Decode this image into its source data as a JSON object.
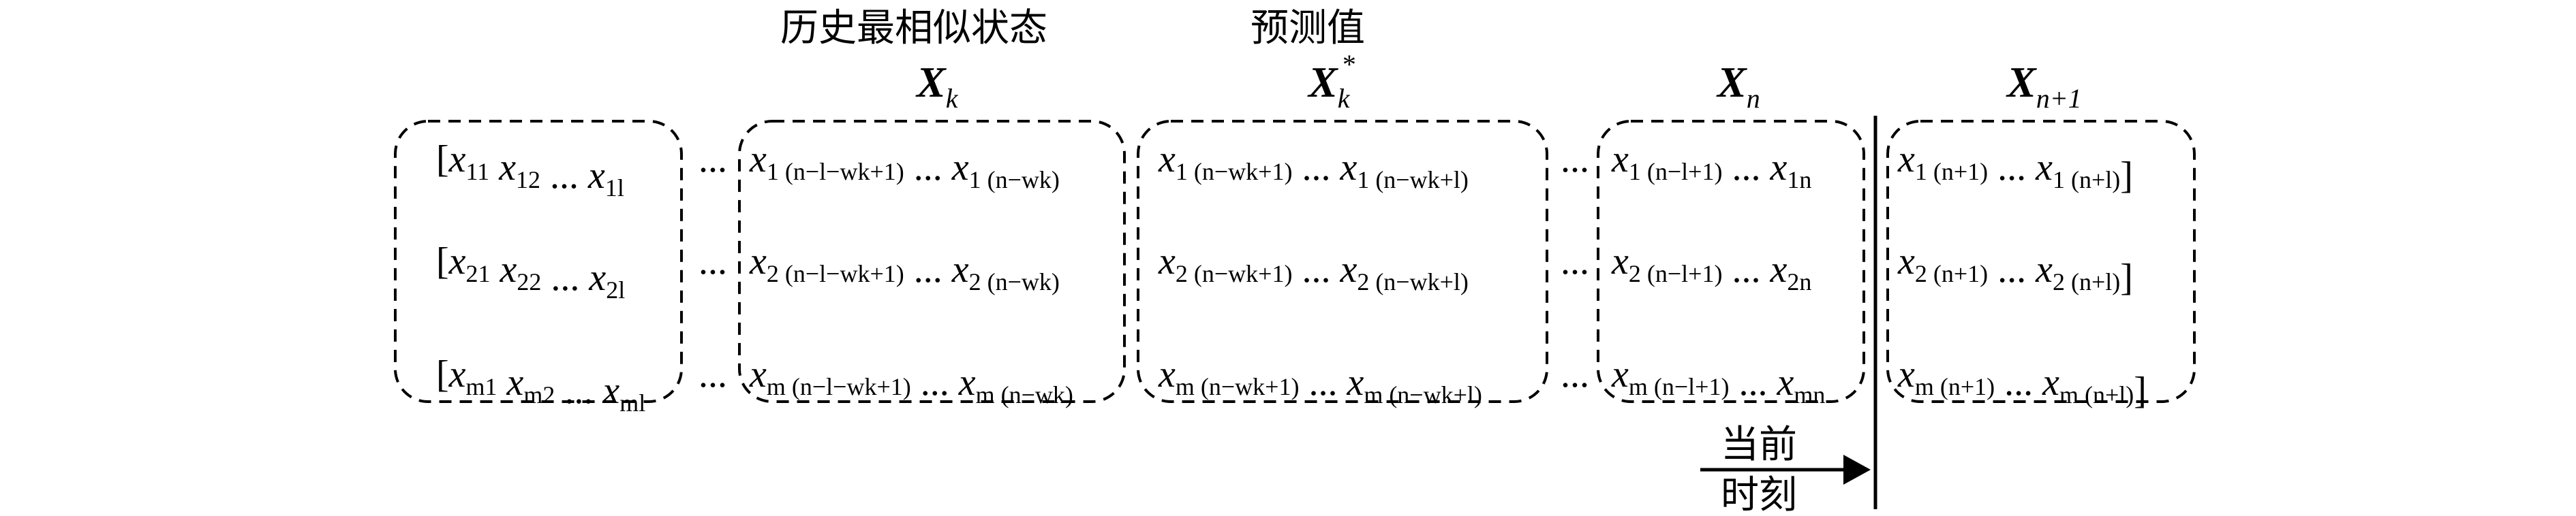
{
  "labels": {
    "historical": "历史最相似状态",
    "predicted": "预测值",
    "current_top": "当前",
    "current_bottom": "时刻"
  },
  "headers": {
    "xk": {
      "base": "X",
      "sub": "k",
      "sup": ""
    },
    "xk_star": {
      "base": "X",
      "sub": "k",
      "sup": "*"
    },
    "xn": {
      "base": "X",
      "sub": "n",
      "sup": ""
    },
    "xn1": {
      "base": "X",
      "sub": "n+1",
      "sup": ""
    }
  },
  "rows": [
    {
      "col1": {
        "pre": "[",
        "parts": [
          [
            "x",
            "11"
          ],
          [
            "x",
            "12"
          ],
          [
            "...",
            ""
          ],
          [
            "x",
            "1l"
          ]
        ]
      },
      "col2": {
        "parts": [
          [
            "x",
            "1 (n−l−wk+1)"
          ],
          [
            "...",
            ""
          ],
          [
            "x",
            "1 (n−wk)"
          ]
        ]
      },
      "col3": {
        "parts": [
          [
            "x",
            "1 (n−wk+1)"
          ],
          [
            "...",
            ""
          ],
          [
            "x",
            "1 (n−wk+l)"
          ]
        ]
      },
      "col4": {
        "parts": [
          [
            "x",
            "1 (n−l+1)"
          ],
          [
            "...",
            ""
          ],
          [
            "x",
            "1n"
          ]
        ]
      },
      "col5": {
        "parts": [
          [
            "x",
            "1 (n+1)"
          ],
          [
            "...",
            ""
          ],
          [
            "x",
            "1 (n+l)"
          ]
        ],
        "post": "]"
      }
    },
    {
      "col1": {
        "pre": "[",
        "parts": [
          [
            "x",
            "21"
          ],
          [
            "x",
            "22"
          ],
          [
            "...",
            ""
          ],
          [
            "x",
            "2l"
          ]
        ]
      },
      "col2": {
        "parts": [
          [
            "x",
            "2 (n−l−wk+1)"
          ],
          [
            "...",
            ""
          ],
          [
            "x",
            "2 (n−wk)"
          ]
        ]
      },
      "col3": {
        "parts": [
          [
            "x",
            "2 (n−wk+1)"
          ],
          [
            "...",
            ""
          ],
          [
            "x",
            "2 (n−wk+l)"
          ]
        ]
      },
      "col4": {
        "parts": [
          [
            "x",
            "2 (n−l+1)"
          ],
          [
            "...",
            ""
          ],
          [
            "x",
            "2n"
          ]
        ]
      },
      "col5": {
        "parts": [
          [
            "x",
            "2 (n+1)"
          ],
          [
            "...",
            ""
          ],
          [
            "x",
            "2 (n+l)"
          ]
        ],
        "post": "]"
      }
    },
    {
      "col1": {
        "pre": "[",
        "parts": [
          [
            "x",
            "m1"
          ],
          [
            "x",
            "m2"
          ],
          [
            "...",
            ""
          ],
          [
            "x",
            "ml"
          ]
        ]
      },
      "col2": {
        "parts": [
          [
            "x",
            "m (n−l−wk+1)"
          ],
          [
            "...",
            ""
          ],
          [
            "x",
            "m (n−wk)"
          ]
        ]
      },
      "col3": {
        "parts": [
          [
            "x",
            "m (n−wk+1)"
          ],
          [
            "...",
            ""
          ],
          [
            "x",
            "m (n−wk+l)"
          ]
        ]
      },
      "col4": {
        "parts": [
          [
            "x",
            "m (n−l+1)"
          ],
          [
            "...",
            ""
          ],
          [
            "x",
            "mn"
          ]
        ]
      },
      "col5": {
        "parts": [
          [
            "x",
            "m (n+1)"
          ],
          [
            "...",
            ""
          ],
          [
            "x",
            "m (n+l)"
          ]
        ],
        "post": "]"
      }
    }
  ],
  "separator": "...",
  "vdots": "⋮"
}
